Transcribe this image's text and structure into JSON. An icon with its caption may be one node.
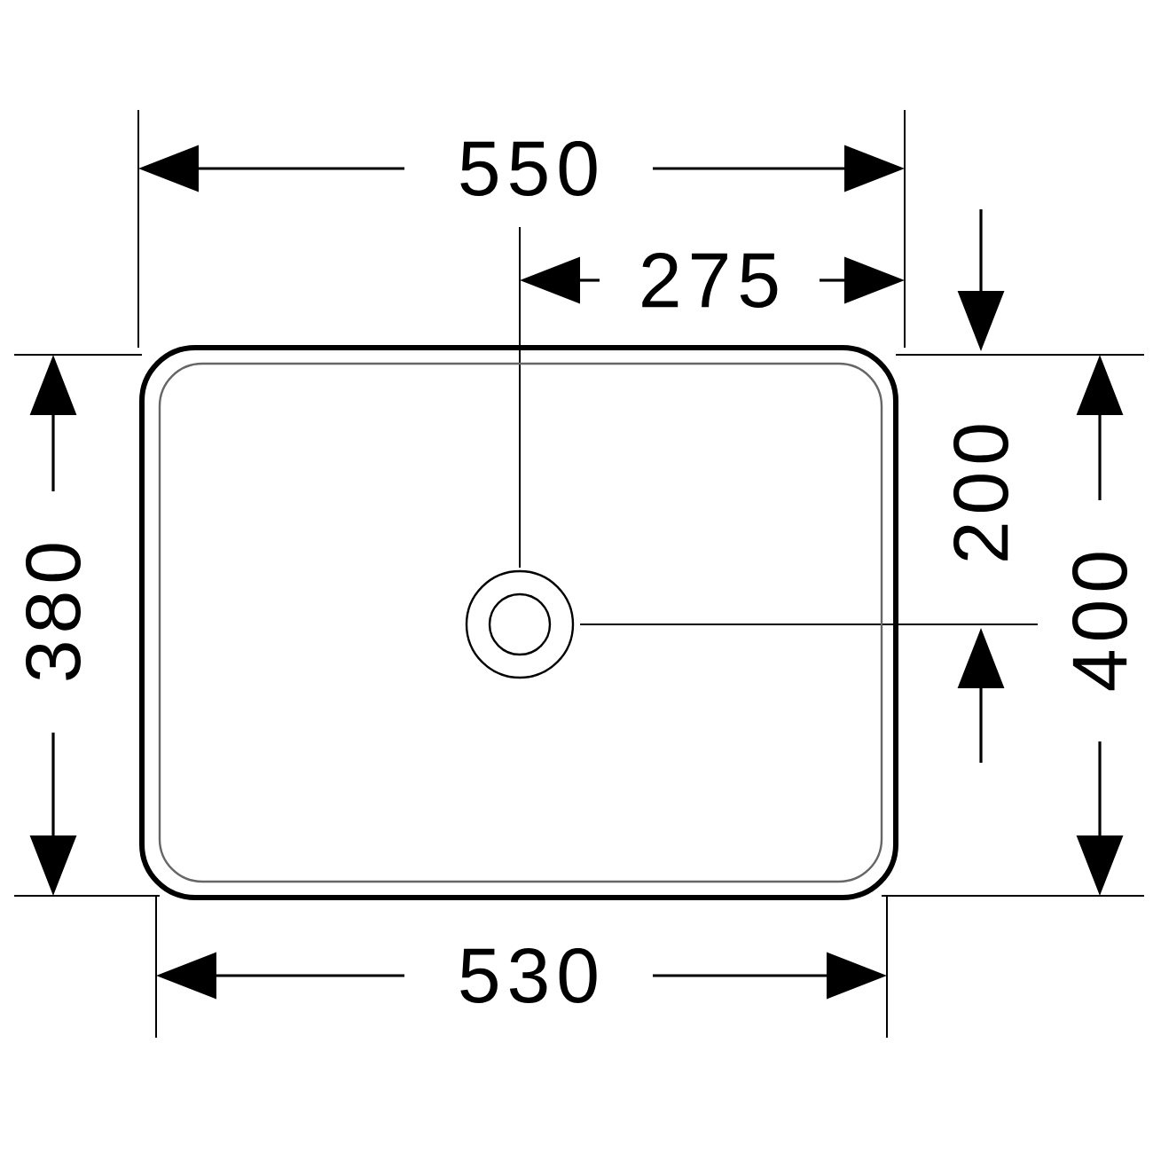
{
  "diagram": {
    "labels": [
      "550",
      "275",
      "380",
      "200",
      "400",
      "530"
    ]
  }
}
